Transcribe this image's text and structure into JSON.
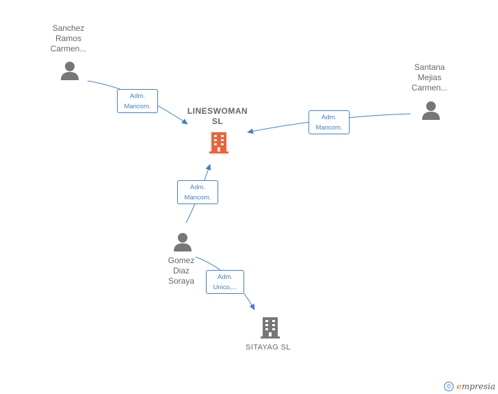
{
  "nodes": {
    "sanchez": {
      "name": "Sanchez\nRamos\nCarmen..."
    },
    "santana": {
      "name": "Santana\nMejias\nCarmen..."
    },
    "gomez": {
      "name": "Gomez\nDiaz\nSoraya"
    },
    "lineswoman": {
      "name": "LINESWOMAN\nSL"
    },
    "sitayag": {
      "name": "SITAYAG  SL"
    }
  },
  "edges": {
    "sanchez_to_lineswoman": {
      "label": "Adm.\nMancom."
    },
    "santana_to_lineswoman": {
      "label": "Adm.\nMancom."
    },
    "gomez_to_lineswoman": {
      "label": "Adm.\nMancom."
    },
    "gomez_to_sitayag": {
      "label": "Adm.\nUnico,..."
    }
  },
  "colors": {
    "edge": "#3d7fd1",
    "person": "#777777",
    "company_highlight": "#f0623a",
    "company": "#777777"
  },
  "icons": {
    "person": "person-icon",
    "company": "building-icon"
  },
  "footer": {
    "copyright_symbol": "©",
    "brand_initial": "e",
    "brand_rest": "mpresia"
  }
}
